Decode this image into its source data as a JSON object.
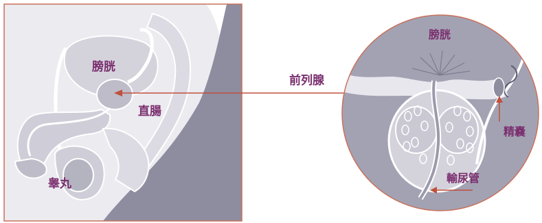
{
  "labels": {
    "bladder_left": "膀胱",
    "rectum": "直腸",
    "testis": "睾丸",
    "prostate": "前列腺",
    "bladder_right": "膀胱",
    "seminal_vesicle": "精嚢",
    "urethra": "輸尿管"
  },
  "colors": {
    "frame": "#c9705a",
    "pointer": "#c0503b",
    "label": "#7a2e6e",
    "tissue_dark": "#8e8da0",
    "tissue_mid": "#cfced8",
    "tissue_light": "#ecebf0",
    "outline": "#ffffff"
  }
}
